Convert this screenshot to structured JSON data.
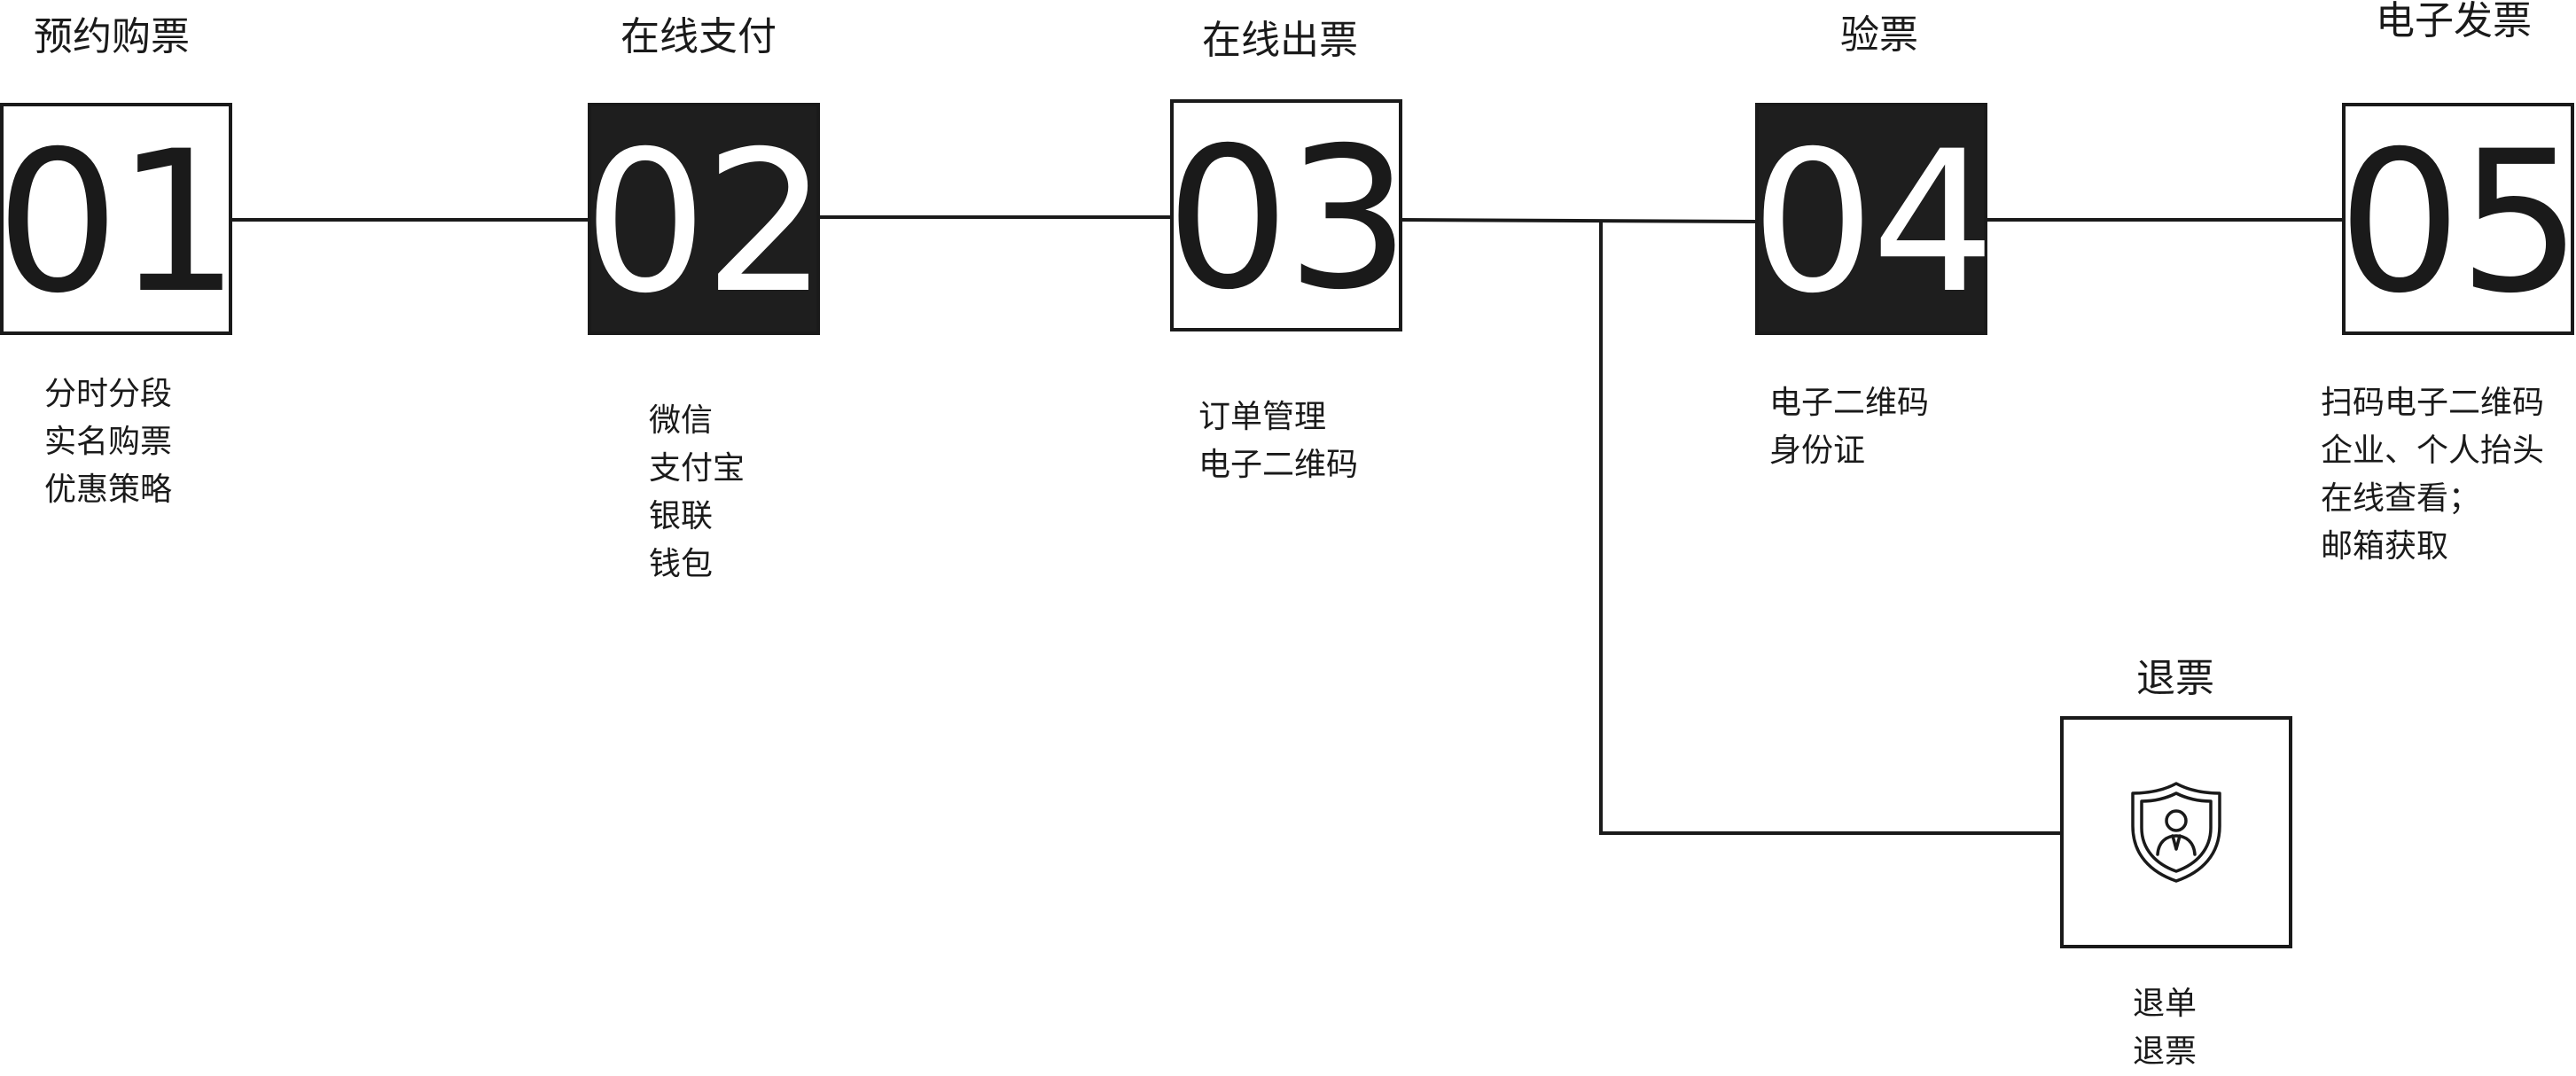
{
  "steps": [
    {
      "id": "01",
      "title": "预约购票",
      "items": [
        "分时分段",
        "实名购票",
        "优惠策略"
      ],
      "style": "light"
    },
    {
      "id": "02",
      "title": "在线支付",
      "items": [
        "微信",
        "支付宝",
        "银联",
        "钱包"
      ],
      "style": "dark"
    },
    {
      "id": "03",
      "title": "在线出票",
      "items": [
        "订单管理",
        "电子二维码"
      ],
      "style": "light"
    },
    {
      "id": "04",
      "title": "验票",
      "items": [
        "电子二维码",
        "身份证"
      ],
      "style": "dark"
    },
    {
      "id": "05",
      "title": "电子发票",
      "items": [
        "扫码电子二维码",
        "企业、个人抬头",
        "在线查看；",
        "邮箱获取"
      ],
      "style": "light"
    }
  ],
  "refund": {
    "title": "退票",
    "icon": "shield-user-icon",
    "items": [
      "退单",
      "退票"
    ]
  },
  "colors": {
    "line": "#1a1a1a",
    "dark_box": "#1e1e1e",
    "light_box": "#ffffff",
    "text": "#1a1a1a"
  }
}
